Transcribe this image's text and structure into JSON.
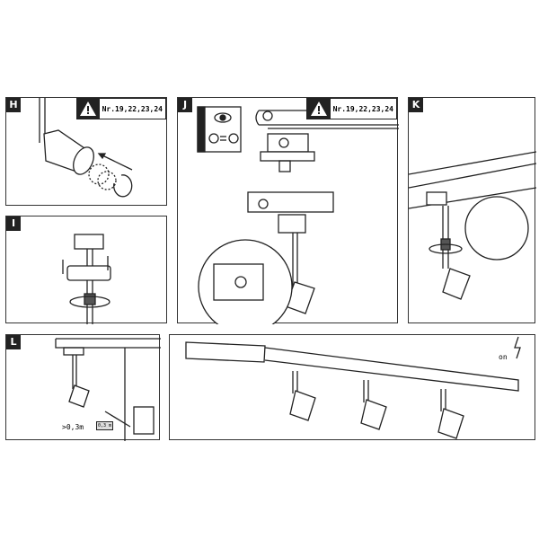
{
  "panels": {
    "h": {
      "label": "H",
      "warning": "Nr.19,22,23,24"
    },
    "i": {
      "label": "I"
    },
    "j": {
      "label": "J",
      "warning": "Nr.19,22,23,24"
    },
    "k": {
      "label": "K"
    },
    "l": {
      "label": "L",
      "distance": ">0,3m",
      "distance_icon": "0,3 m"
    },
    "final": {
      "switch_label": "on"
    }
  },
  "colors": {
    "line": "#222222",
    "border": "#333333"
  }
}
